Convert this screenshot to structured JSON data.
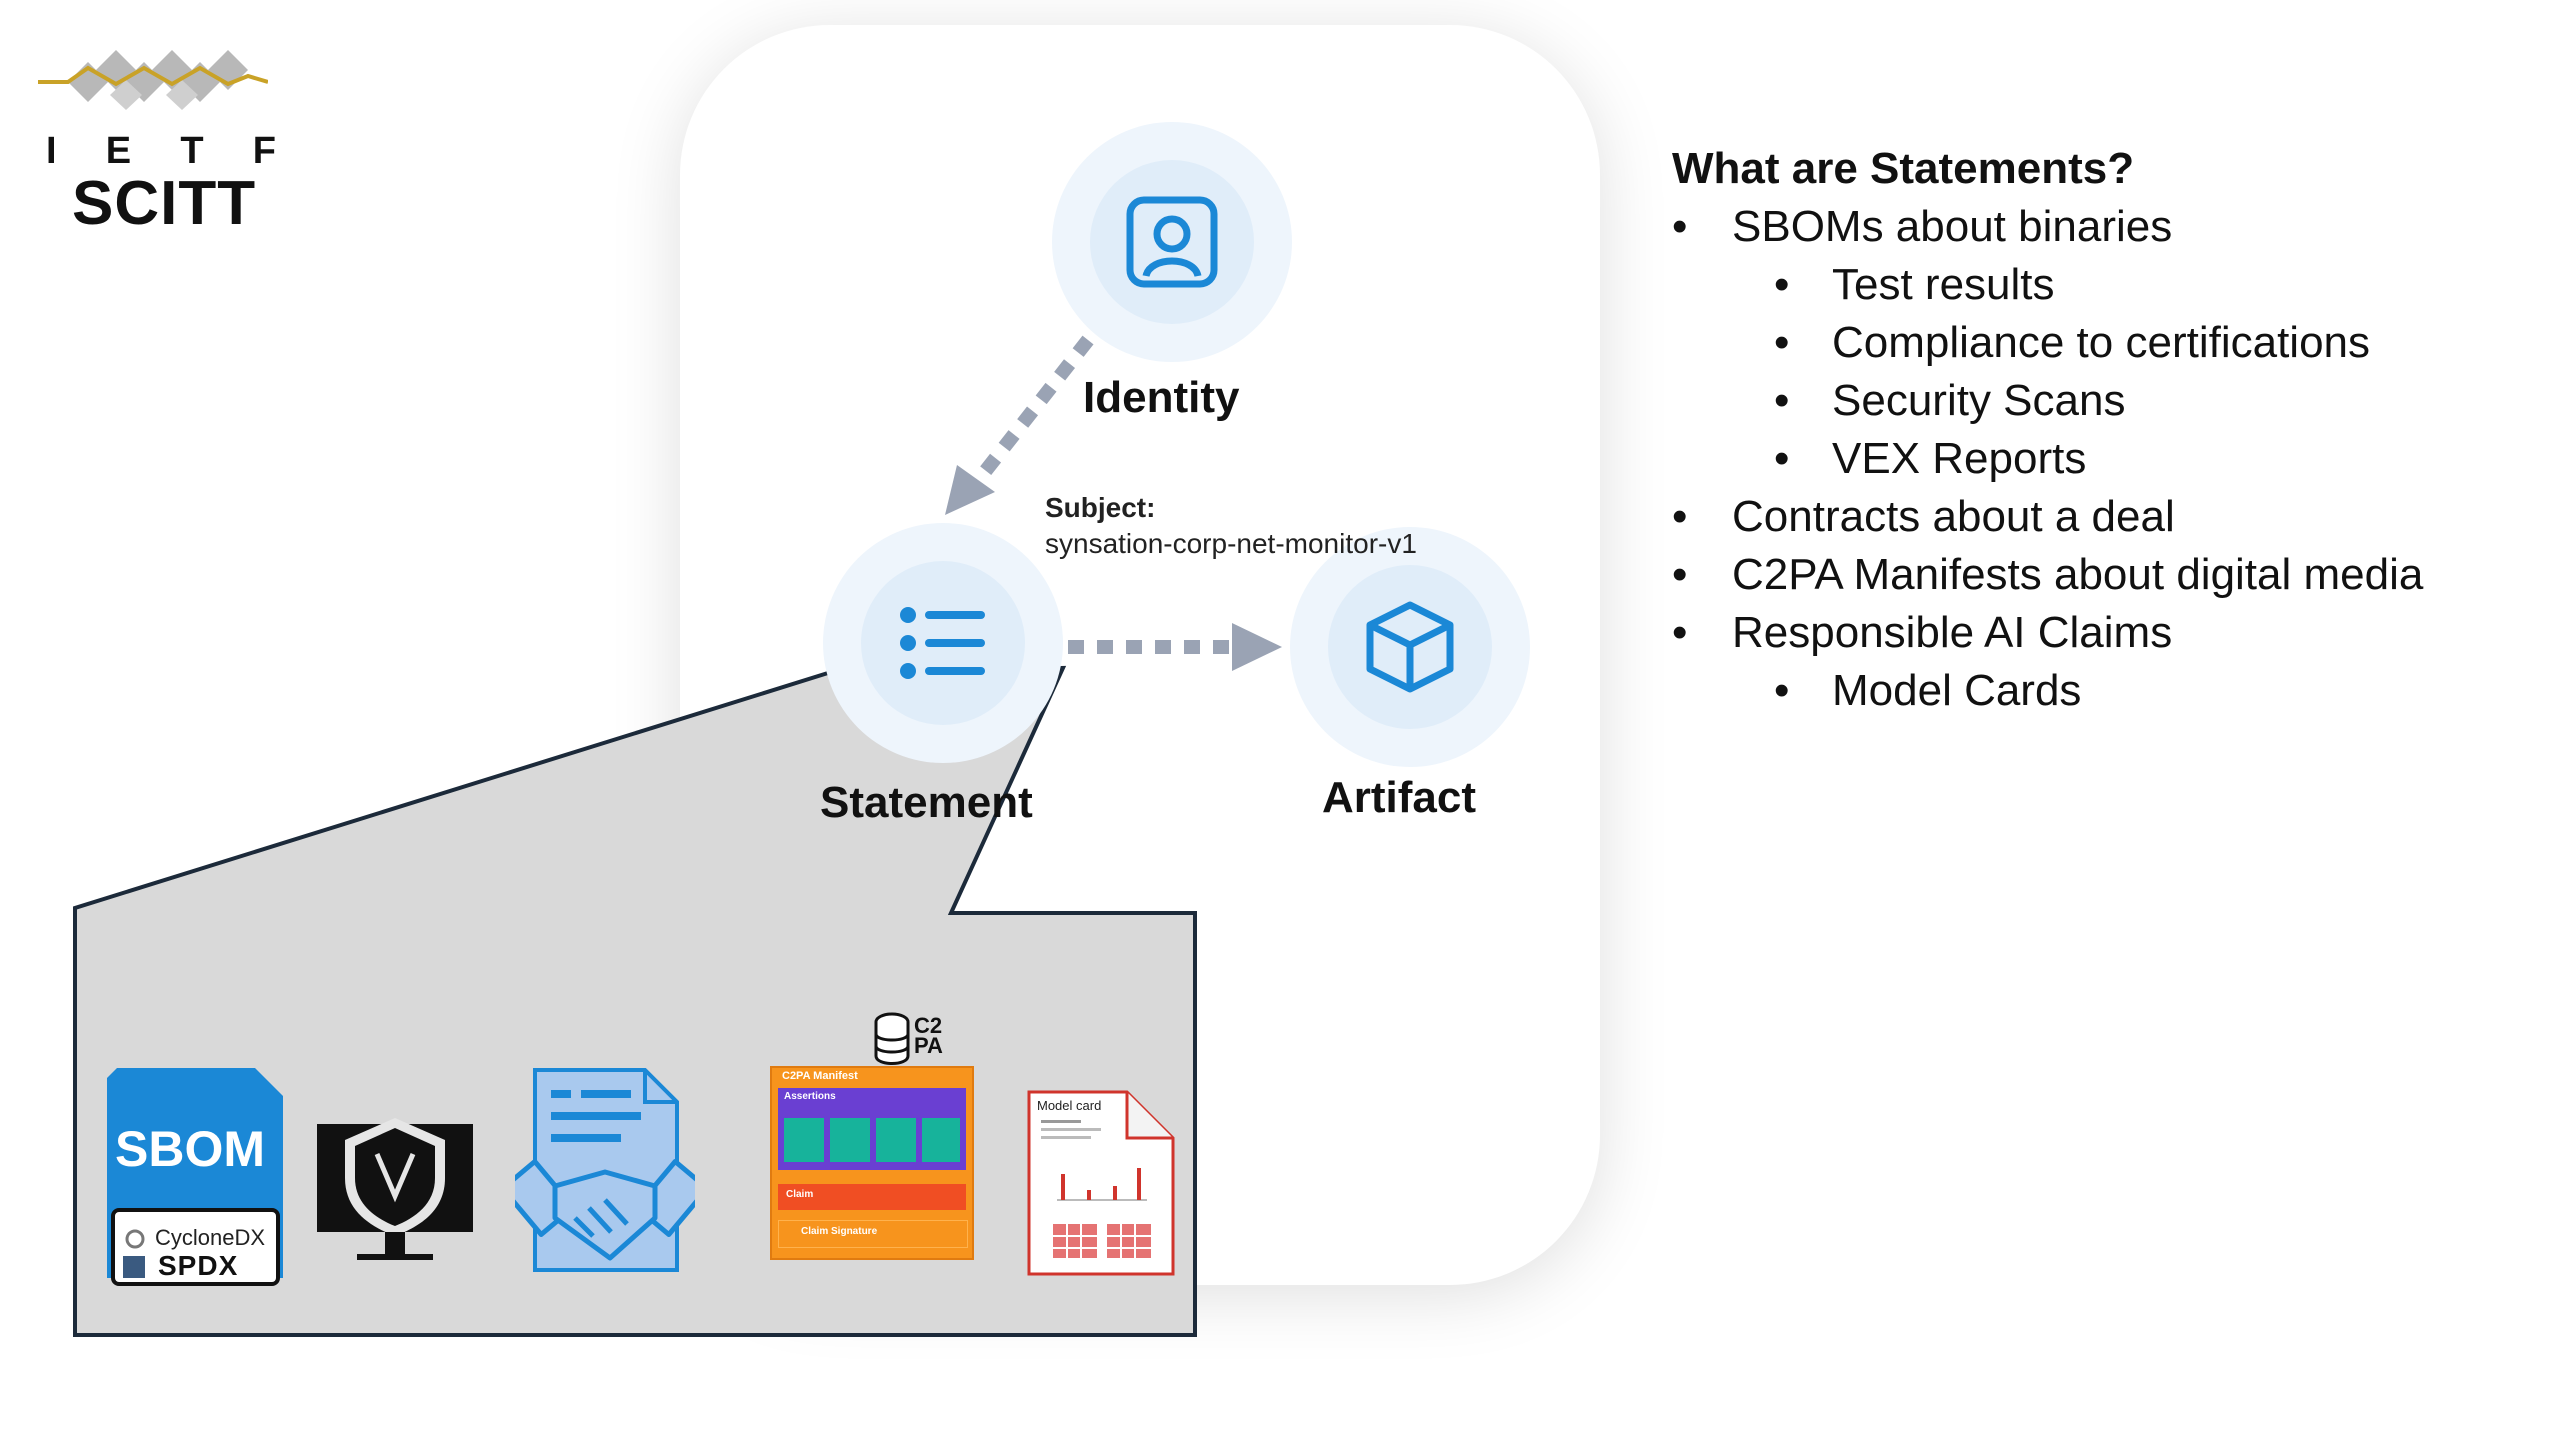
{
  "logo": {
    "letters": [
      "I",
      "E",
      "T",
      "F"
    ],
    "name": "SCITT"
  },
  "diagram": {
    "nodes": {
      "identity": {
        "label": "Identity",
        "icon": "user-badge-icon"
      },
      "statement": {
        "label": "Statement",
        "icon": "list-icon"
      },
      "artifact": {
        "label": "Artifact",
        "icon": "cube-icon"
      }
    },
    "subject": {
      "key": "Subject:",
      "value": "synsation-corp-net-monitor-v1"
    },
    "accent_color": "#1b88d6",
    "arrow_color": "#9aa3b4",
    "callout_fill": "#d9d9d9"
  },
  "examples": {
    "sbom": {
      "title": "SBOM",
      "cyclonedx": "CycloneDX",
      "spdx": "SPDX"
    },
    "c2pa": {
      "logo": "C2 PA",
      "manifest": "C2PA Manifest",
      "assertions": "Assertions",
      "claim": "Claim",
      "claim_signature": "Claim Signature"
    },
    "model_card": {
      "title": "Model card"
    }
  },
  "right_panel": {
    "heading": "What are Statements?",
    "bullets": [
      {
        "level": 1,
        "text": "SBOMs about binaries"
      },
      {
        "level": 2,
        "text": "Test results"
      },
      {
        "level": 2,
        "text": "Compliance to certifications"
      },
      {
        "level": 2,
        "text": "Security Scans"
      },
      {
        "level": 2,
        "text": "VEX Reports"
      },
      {
        "level": 1,
        "text": "Contracts about a deal"
      },
      {
        "level": 1,
        "text": "C2PA Manifests about digital media"
      },
      {
        "level": 1,
        "text": "Responsible AI Claims"
      },
      {
        "level": 2,
        "text": "Model Cards"
      }
    ]
  }
}
